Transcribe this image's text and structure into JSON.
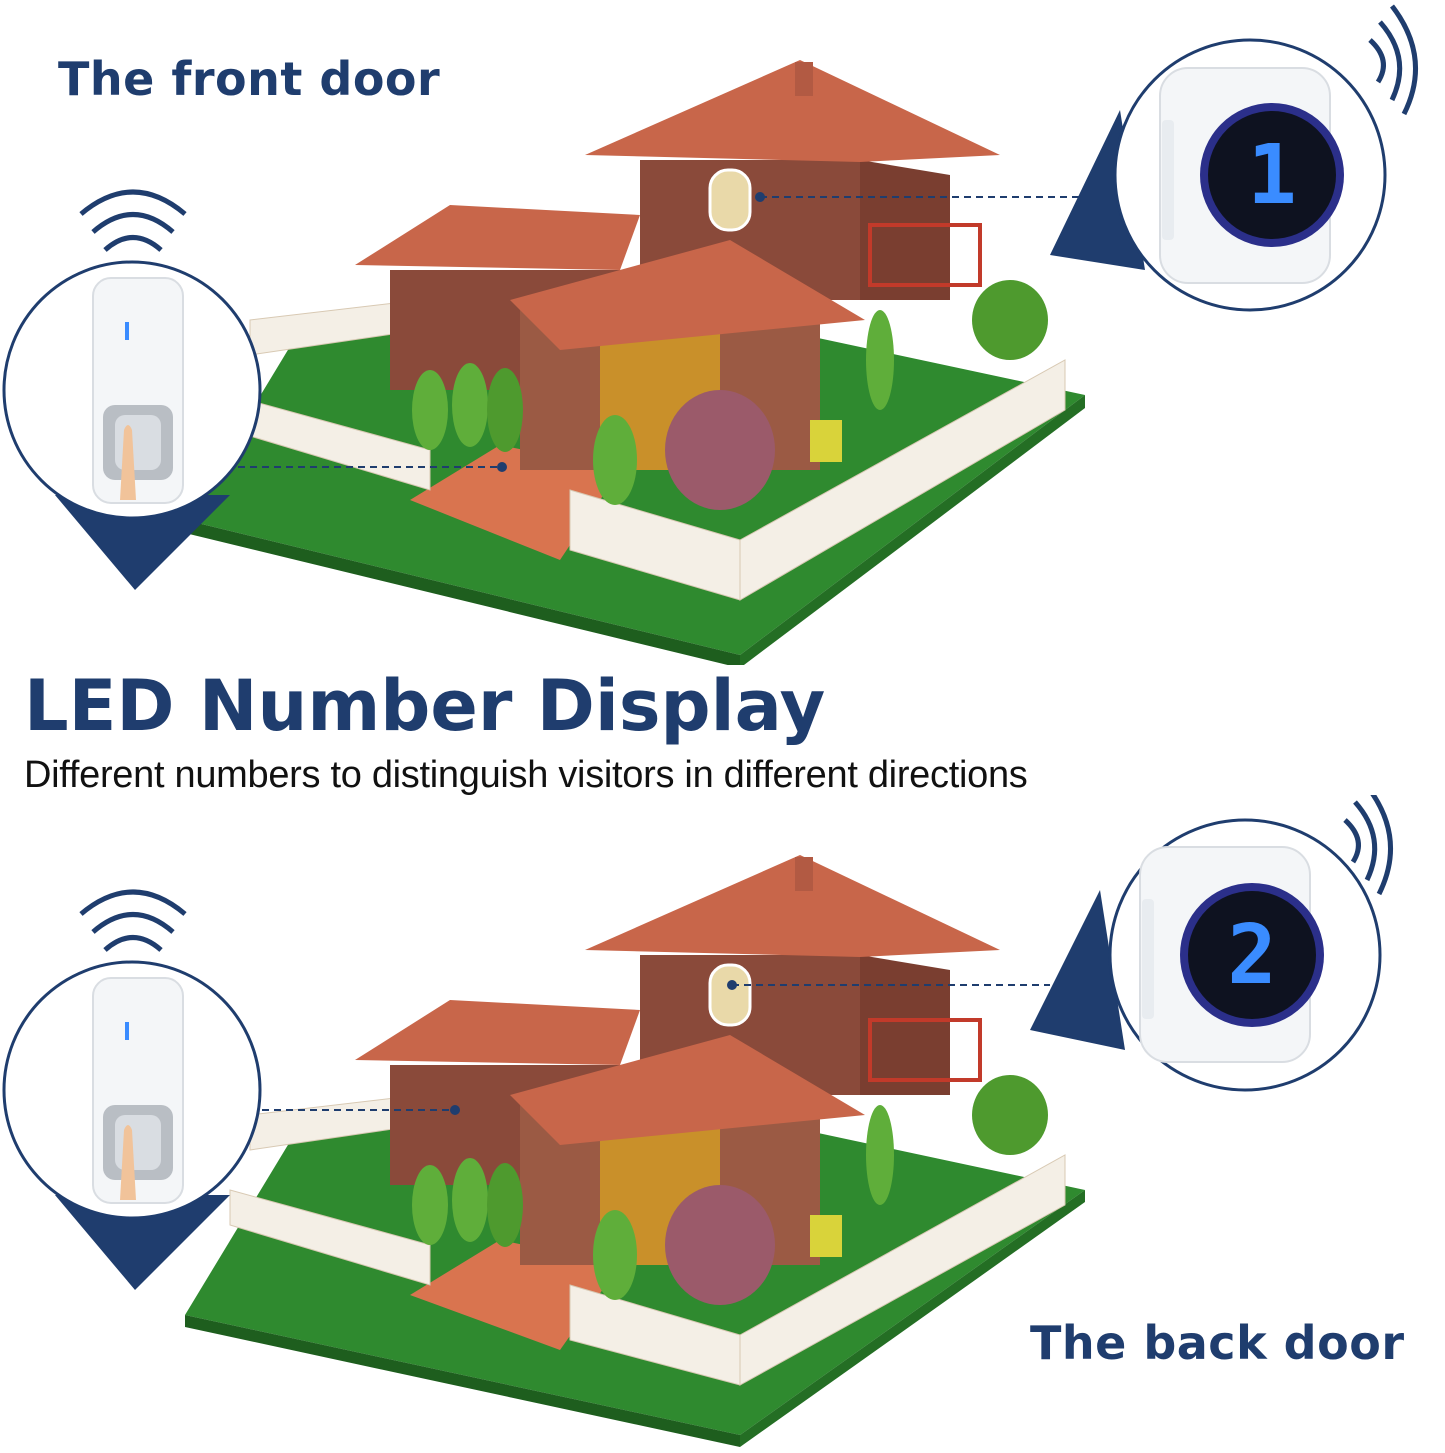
{
  "front_section": {
    "label": "The front door",
    "receiver_display_number": "1"
  },
  "back_section": {
    "label": "The back door",
    "receiver_display_number": "2"
  },
  "headline": {
    "title": "LED Number Display",
    "subtitle": "Different numbers to distinguish visitors in different directions"
  },
  "colors": {
    "navy": "#1f3d6e",
    "roof": "#c8664a",
    "grass": "#2f8a2f",
    "wall": "#8a4a3a",
    "led": "#3a8cff"
  }
}
